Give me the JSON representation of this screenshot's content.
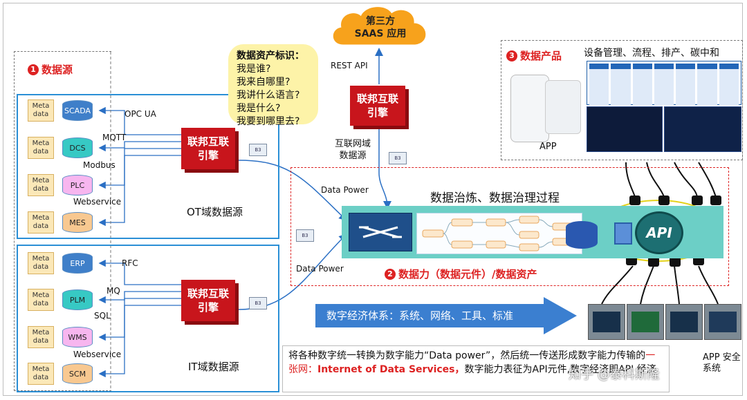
{
  "cloud": {
    "line1": "第三方",
    "line2": "SAAS 应用"
  },
  "rest_api": "REST API",
  "bubble": {
    "title": "数据资产标识：",
    "lines": [
      "我是谁?",
      "我来自哪里?",
      "我讲什么语言?",
      "我是什么?",
      "我要到哪里去?"
    ]
  },
  "sections": {
    "source": {
      "num": "1",
      "title": "数据源"
    },
    "asset": {
      "num": "2",
      "title": "数据力（数据元件）/数据资产"
    },
    "product": {
      "num": "3",
      "title": "数据产品"
    }
  },
  "meta_label": [
    "Meta",
    "data"
  ],
  "ot": {
    "systems": [
      "SCADA",
      "DCS",
      "PLC",
      "MES"
    ],
    "protocols": [
      "OPC UA",
      "MQTT",
      "Modbus",
      "Webservice"
    ],
    "engine": [
      "联邦互联",
      "引擎"
    ],
    "domain": "OT域数据源"
  },
  "it": {
    "systems": [
      "ERP",
      "PLM",
      "WMS",
      "SCM"
    ],
    "protocols": [
      "RFC",
      "MQ",
      "SQL",
      "Webservice"
    ],
    "engine": [
      "联邦互联",
      "引擎"
    ],
    "domain": "IT域数据源"
  },
  "internet": {
    "engine": [
      "联邦互联",
      "引擎"
    ],
    "domain": [
      "互联网域",
      "数据源"
    ]
  },
  "envelope": "B3",
  "data_power_top": "Data Power",
  "data_power_bottom": "Data Power",
  "process_title": "数据治炼、数据治理过程",
  "api_label": "API",
  "product_desc": "设备管理、流程、排产、碳中和",
  "app_label": "APP",
  "app_security": "APP 安全系统",
  "economy_arrow": "数字经济体系：系统、网络、工具、标准",
  "bottom_text": {
    "part1": "将各种数字统一转换为数字能力“Data power”，然后统一传送形成数字能力传输的",
    "red1": "一张网：",
    "red2": "Internet of Data Services，",
    "part2": "数字能力表征为API元件,数字经济即API 经济"
  },
  "watermark": "知乎 @泰科斯隆",
  "colors": {
    "accent_red": "#d22222",
    "engine_red": "#c8151c",
    "panel_blue": "#2a8fd6",
    "teal": "#5cc9c0",
    "api_dark": "#1d6f72"
  }
}
